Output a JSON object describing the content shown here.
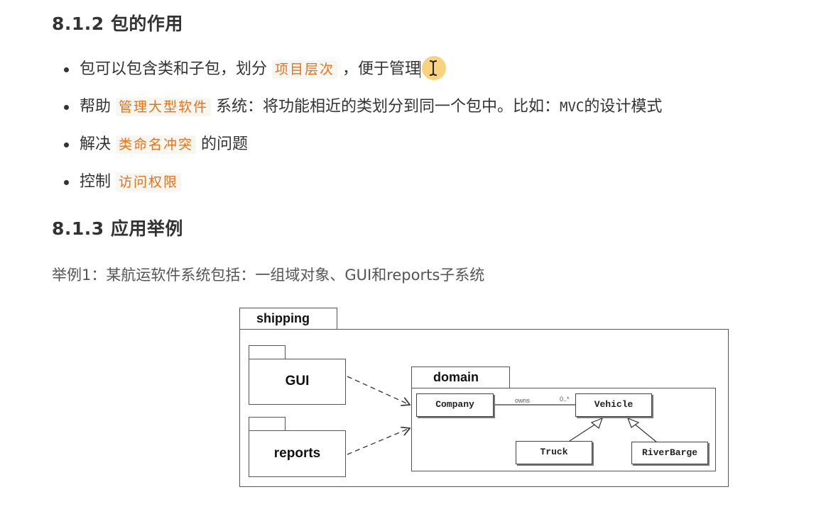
{
  "section_812": {
    "heading": "8.1.2 包的作用",
    "bullets": [
      {
        "pre": "包可以包含类和子包，划分 ",
        "code": "项目层次",
        "post": " ，便于管理"
      },
      {
        "pre": "帮助 ",
        "code": "管理大型软件",
        "post": " 系统：将功能相近的类划分到同一个包中。比如：",
        "mono": "MVC",
        "post2": "的设计模式"
      },
      {
        "pre": "解决 ",
        "code": "类命名冲突",
        "post": " 的问题"
      },
      {
        "pre": "控制 ",
        "code": "访问权限",
        "post": ""
      }
    ]
  },
  "section_813": {
    "heading": "8.1.3 应用举例",
    "example_text": "举例1：某航运软件系统包括：一组域对象、GUI和reports子系统"
  },
  "diagram": {
    "outer_package": "shipping",
    "gui_package": "GUI",
    "reports_package": "reports",
    "domain_package": "domain",
    "classes": {
      "company": "Company",
      "vehicle": "Vehicle",
      "truck": "Truck",
      "riverbarge": "RiverBarge"
    },
    "assoc_label": "owns",
    "multiplicity": "0..*"
  }
}
